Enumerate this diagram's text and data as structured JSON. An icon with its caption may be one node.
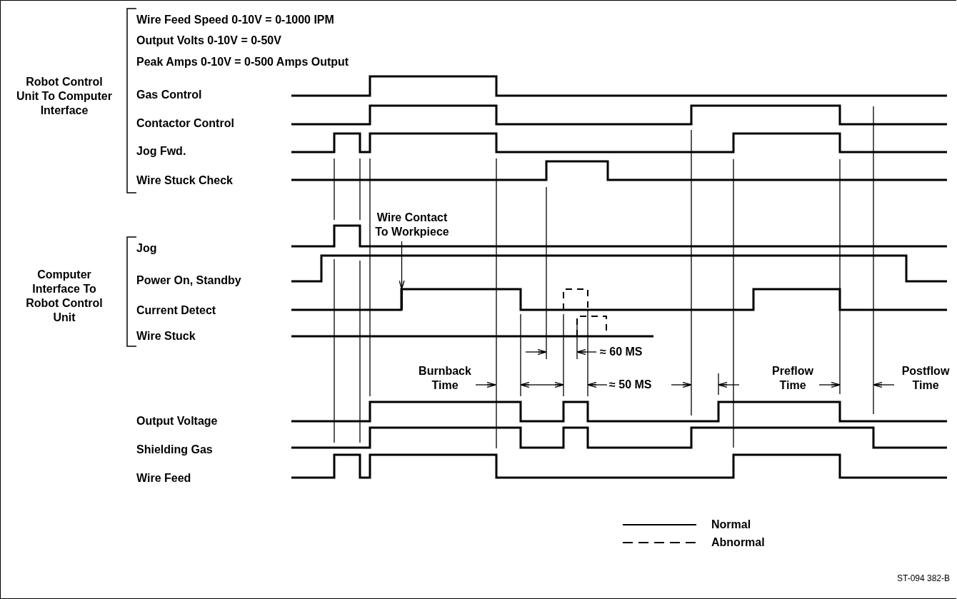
{
  "diagram": {
    "nodes": [
      {
        "text": [
          "Wire Contact To Workpiece"
        ]
      },
      {
        "text": [],
        "shape": "bar"
      }
    ],
    "edges": [
      {
        "from": 0,
        "to": 1,
        "arrow": "to"
      }
    ],
    "labels": [
      "Wire Feed Speed 0-10V = 0-1000 IPM",
      "Output Volts 0-10V = 0-50V",
      "Peak Amps 0-10V = 0-500 Amps Output",
      "Robot Control Unit To Computer Interface",
      "Gas Control",
      "Contactor Control",
      "Jog Fwd.",
      "Wire Stuck Check",
      "Jog",
      "Computer Interface To Robot Control Unit",
      "Power On, Standby",
      "Current Detect",
      "Wire Stuck",
      "≈ 60 MS",
      "Burnback Time",
      "≈ 50 MS",
      "Preflow Time",
      "Postflow Time",
      "Output Voltage",
      "Shielding Gas",
      "Wire Feed",
      "ST-094 382-B"
    ],
    "legend": [
      {
        "text": "Normal"
      },
      {
        "text": "Abnormal"
      }
    ]
  }
}
